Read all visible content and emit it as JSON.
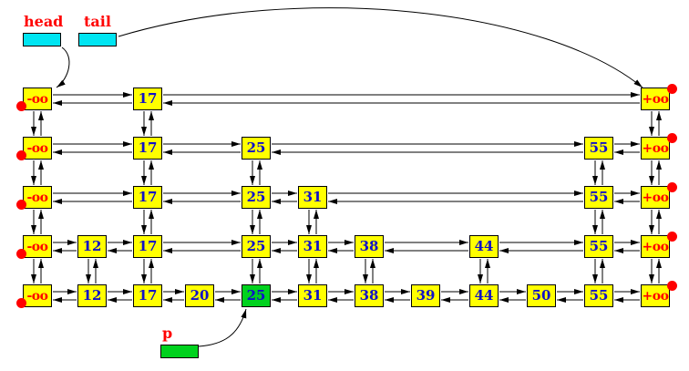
{
  "labels": {
    "head": "head",
    "tail": "tail",
    "p": "p"
  },
  "sentinels": {
    "neg": "-oo",
    "pos": "+oo"
  },
  "levels": [
    [
      "17"
    ],
    [
      "17",
      "25",
      "55"
    ],
    [
      "17",
      "25",
      "31",
      "55"
    ],
    [
      "12",
      "17",
      "25",
      "31",
      "38",
      "44",
      "55"
    ],
    [
      "12",
      "17",
      "20",
      "25",
      "31",
      "38",
      "39",
      "44",
      "50",
      "55"
    ]
  ],
  "highlight": "25",
  "colors": {
    "node": "#ffff00",
    "highlight": "#00d21e",
    "pointer": "#00e5f2",
    "label": "#ff0000",
    "value": "#1010c8"
  }
}
